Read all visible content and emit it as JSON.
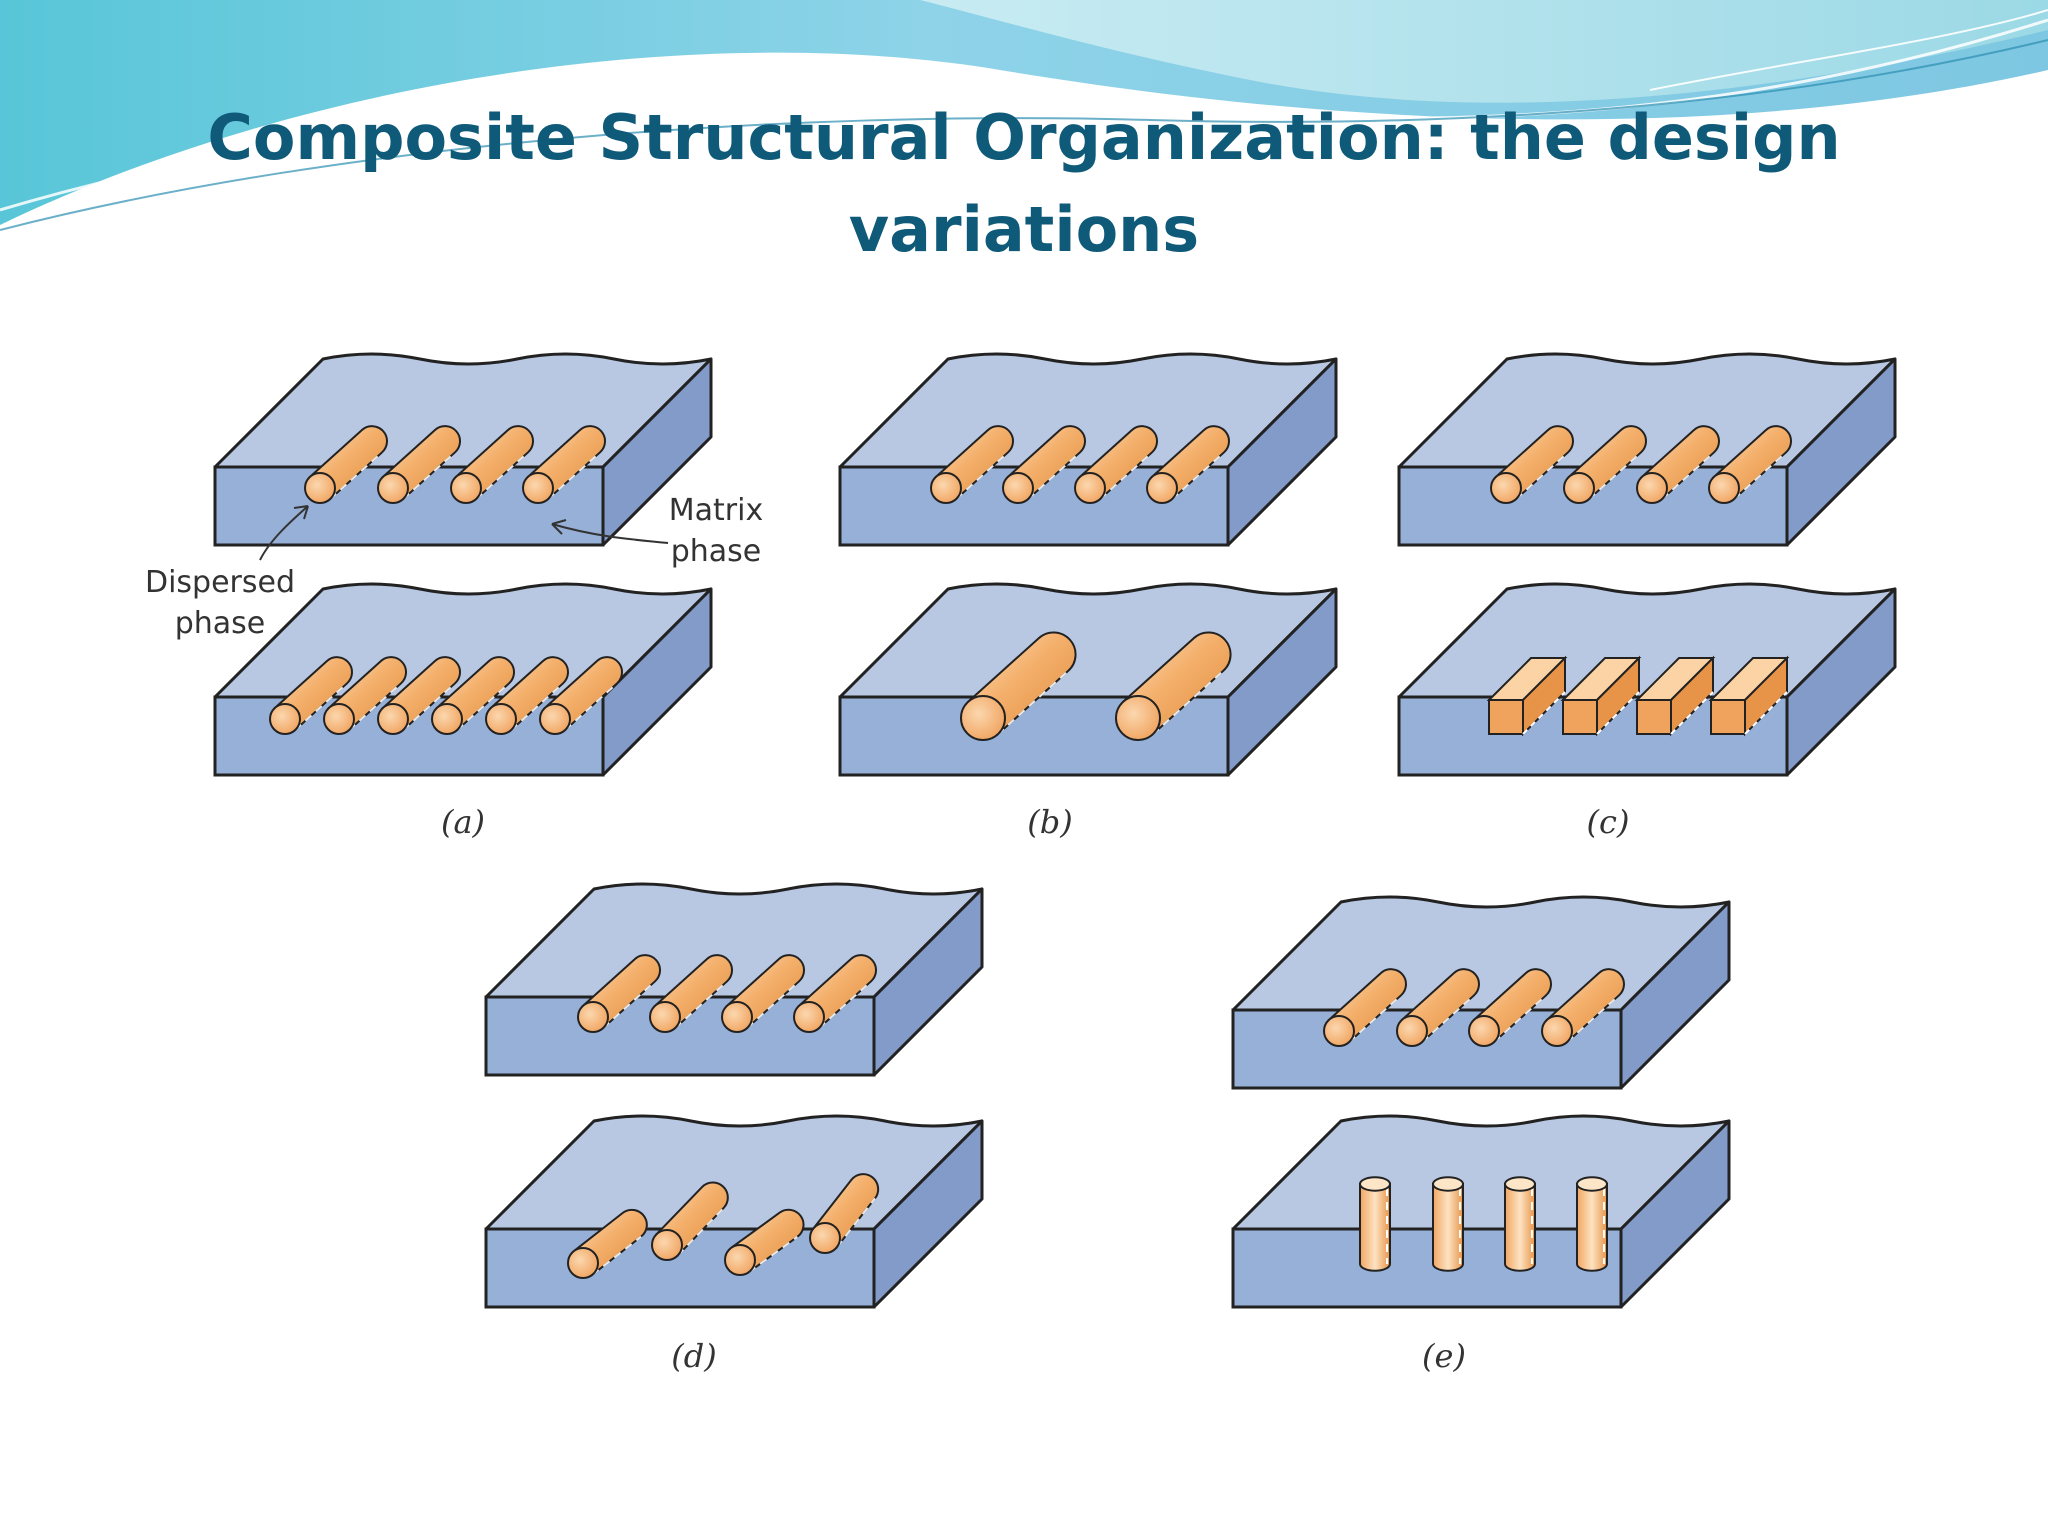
{
  "title": "Composite Structural Organization: the design variations",
  "colors": {
    "title": "#0e5a78",
    "matrix_top": "#b8c8e2",
    "matrix_front": "#97b0d8",
    "matrix_side": "#829bc9",
    "dispersed_phase": "#f0a35c",
    "outline": "#222222"
  },
  "figure": {
    "callouts": {
      "matrix_line1": "Matrix",
      "matrix_line2": "phase",
      "dispersed_line1": "Dispersed",
      "dispersed_line2": "phase"
    },
    "panels": [
      {
        "id": "a",
        "label": "(a)"
      },
      {
        "id": "b",
        "label": "(b)"
      },
      {
        "id": "c",
        "label": "(c)"
      },
      {
        "id": "d",
        "label": "(d)"
      },
      {
        "id": "e",
        "label": "(e)"
      }
    ]
  }
}
